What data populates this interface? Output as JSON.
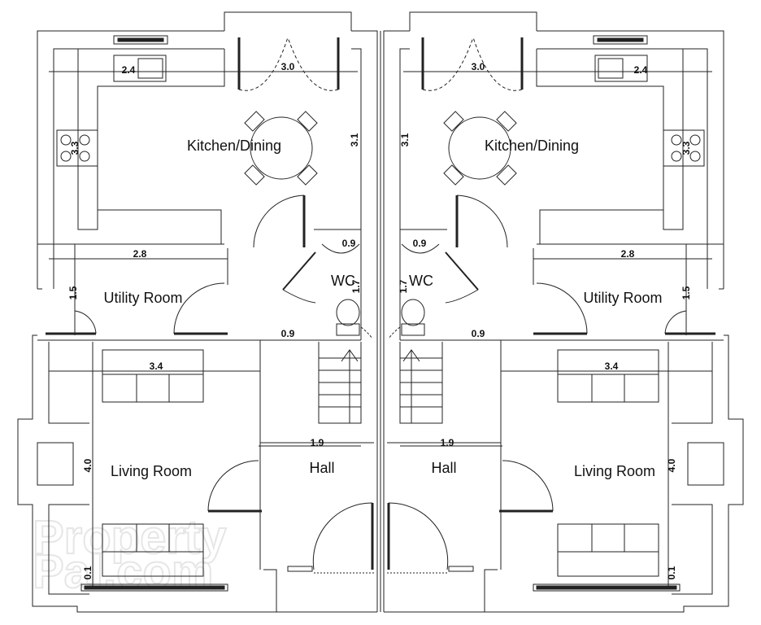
{
  "watermark": {
    "line1": "Property",
    "line2": "Pal.com"
  },
  "rooms": {
    "kitchen_left": "Kitchen/Dining",
    "kitchen_right": "Kitchen/Dining",
    "utility_left": "Utility Room",
    "utility_right": "Utility Room",
    "living_left": "Living Room",
    "living_right": "Living Room",
    "wc_left": "WC",
    "wc_right": "WC",
    "hall_left": "Hall",
    "hall_right": "Hall"
  },
  "dimensions": {
    "left": {
      "sink_width": "2.4",
      "hob_width": "3.3",
      "kitchen_width": "3.0",
      "kitchen_depth": "3.1",
      "basin_width": "0.9",
      "utility_width": "2.8",
      "utility_depth": "1.5",
      "wc_depth": "1.7",
      "door_gap": "0.9",
      "living_width": "3.4",
      "living_depth": "4.0",
      "hall_width": "1.9",
      "bay_depth": "0.1"
    },
    "right": {
      "sink_width": "2.4",
      "hob_width": "3.3",
      "kitchen_width": "3.0",
      "kitchen_depth": "3.1",
      "basin_width": "0.9",
      "utility_width": "2.8",
      "utility_depth": "1.5",
      "wc_depth": "1.7",
      "door_gap": "0.9",
      "living_width": "3.4",
      "living_depth": "4.0",
      "hall_width": "1.9",
      "bay_depth": "0.1"
    }
  }
}
